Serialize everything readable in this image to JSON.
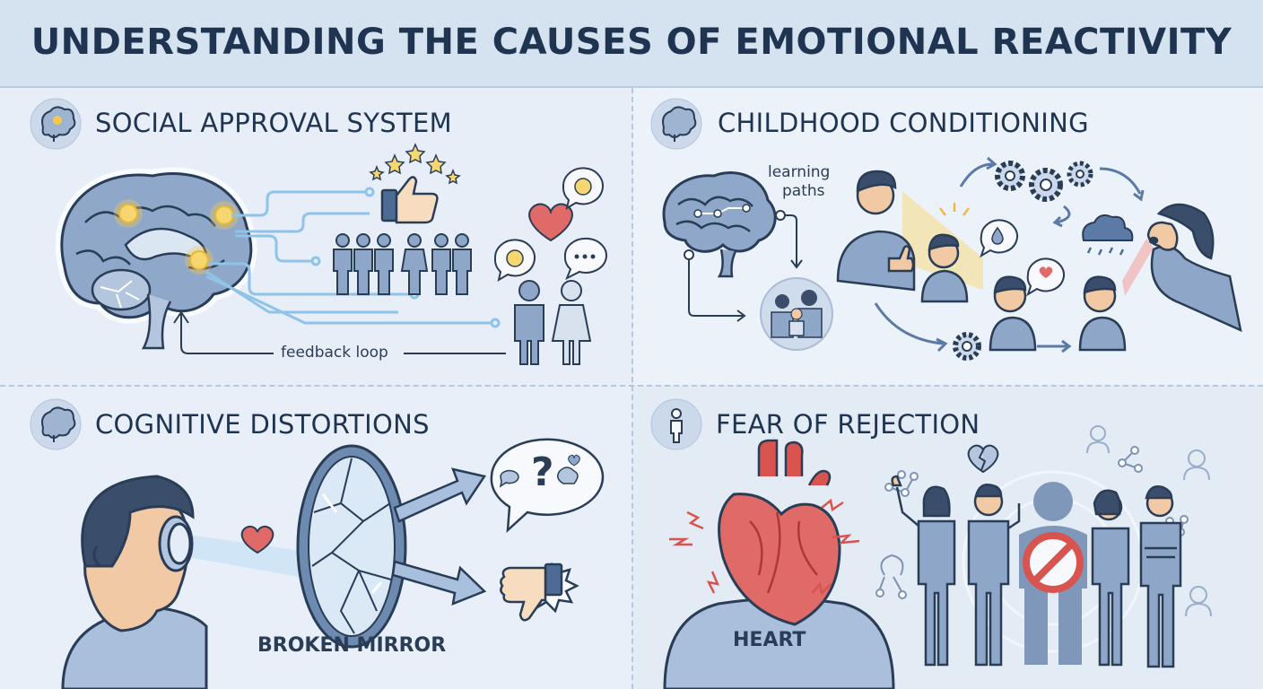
{
  "page": {
    "title": "UNDERSTANDING THE CAUSES OF EMOTIONAL REACTIVITY"
  },
  "sections": {
    "social": {
      "title": "SOCIAL APPROVAL SYSTEM",
      "feedback_label": "feedback loop"
    },
    "childhood": {
      "title": "CHILDHOOD CONDITIONING",
      "paths_label_1": "learning",
      "paths_label_2": "paths"
    },
    "cognitive": {
      "title": "COGNITIVE DISTORTIONS",
      "mirror_label": "BROKEN MIRROR"
    },
    "fear": {
      "title": "FEAR OF REJECTION",
      "heart_label": "HEART"
    }
  },
  "icons": {
    "social": "brain-icon",
    "childhood": "brain-icon",
    "cognitive": "brain-icon",
    "fear": "person-icon"
  },
  "colors": {
    "navy": "#1f3450",
    "skin": "#f1c9a4",
    "hair": "#3a4e6c",
    "shirt": "#8ea7c8",
    "heart": "#e06a67",
    "glow": "#f6c94e"
  }
}
